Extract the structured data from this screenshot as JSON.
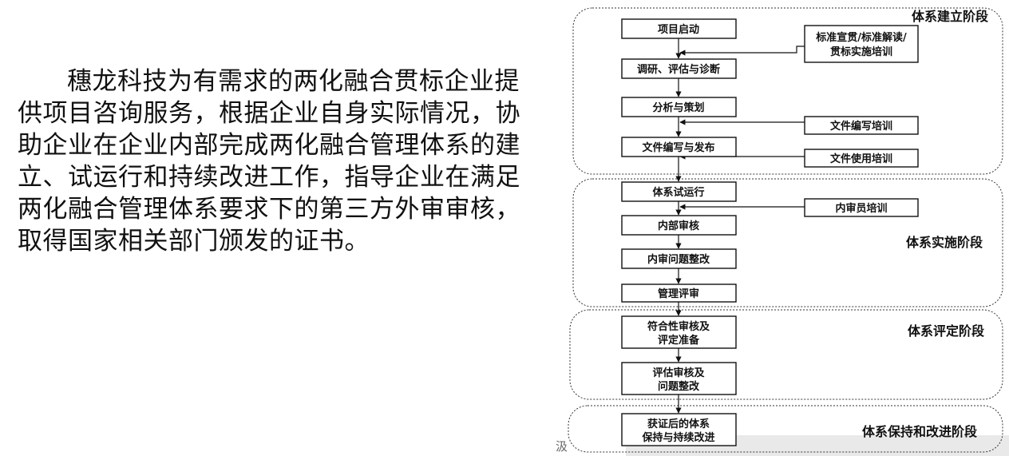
{
  "intro_text": "穗龙科技为有需求的两化融合贯标企业提供项目咨询服务，根据企业自身实际情况，协助企业在企业内部完成两化融合管理体系的建立、试运行和持续改进工作，指导企业在满足两化融合管理体系要求下的第三方外审审核，取得国家相关部门颁发的证书。",
  "stages": [
    {
      "label": "体系建立阶段"
    },
    {
      "label": "体系实施阶段"
    },
    {
      "label": "体系评定阶段"
    },
    {
      "label": "体系保持和改进阶段"
    }
  ],
  "steps": [
    {
      "lines": [
        "项目启动"
      ]
    },
    {
      "lines": [
        "调研、评估与诊断"
      ]
    },
    {
      "lines": [
        "分析与策划"
      ]
    },
    {
      "lines": [
        "文件编写与发布"
      ]
    },
    {
      "lines": [
        "体系试运行"
      ]
    },
    {
      "lines": [
        "内部审核"
      ]
    },
    {
      "lines": [
        "内审问题整改"
      ]
    },
    {
      "lines": [
        "管理评审"
      ]
    },
    {
      "lines": [
        "符合性审核及",
        "评定准备"
      ]
    },
    {
      "lines": [
        "评估审核及",
        "问题整改"
      ]
    },
    {
      "lines": [
        "获证后的体系",
        "保持与持续改进"
      ]
    }
  ],
  "trainings": [
    {
      "lines": [
        "标准宣贯/标准解读/",
        "贯标实施培训"
      ]
    },
    {
      "lines": [
        "文件编写培训"
      ]
    },
    {
      "lines": [
        "文件使用培训"
      ]
    },
    {
      "lines": [
        "内审员培训"
      ]
    }
  ],
  "stray_glyph": "汲"
}
